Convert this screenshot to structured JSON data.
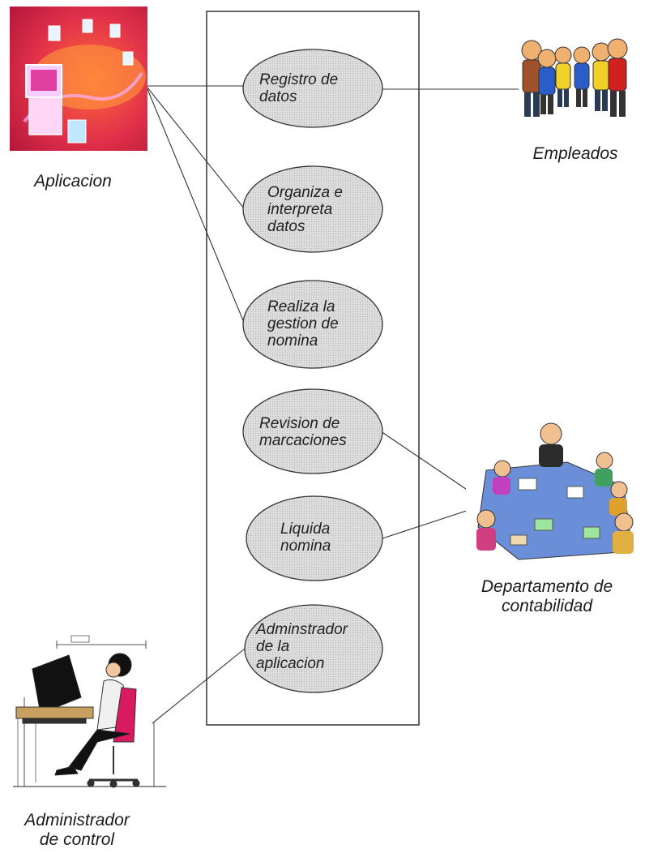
{
  "actors": {
    "aplicacion": {
      "label": "Aplicacion",
      "icon": "computer-network-icon"
    },
    "empleados": {
      "label": "Empleados",
      "icon": "people-group-icon"
    },
    "contabilidad": {
      "label": "Departamento de\ncontabilidad",
      "icon": "meeting-table-icon"
    },
    "administrador": {
      "label": "Administrador\nde control",
      "icon": "desk-worker-icon"
    }
  },
  "use_cases": [
    {
      "id": "registro",
      "label": "Registro de\ndatos"
    },
    {
      "id": "organiza",
      "label": "Organiza e\ninterpreta\ndatos"
    },
    {
      "id": "gestion",
      "label": "Realiza la\ngestion de\nnomina"
    },
    {
      "id": "revision",
      "label": "Revision de\nmarcaciones"
    },
    {
      "id": "liquida",
      "label": "Liquida\nnomina"
    },
    {
      "id": "admin",
      "label": "Adminstrador\nde la\naplicacion"
    }
  ],
  "colors": {
    "ellipse_fill": "#d9d9d9",
    "line": "#333333",
    "boundary": "#333333"
  }
}
